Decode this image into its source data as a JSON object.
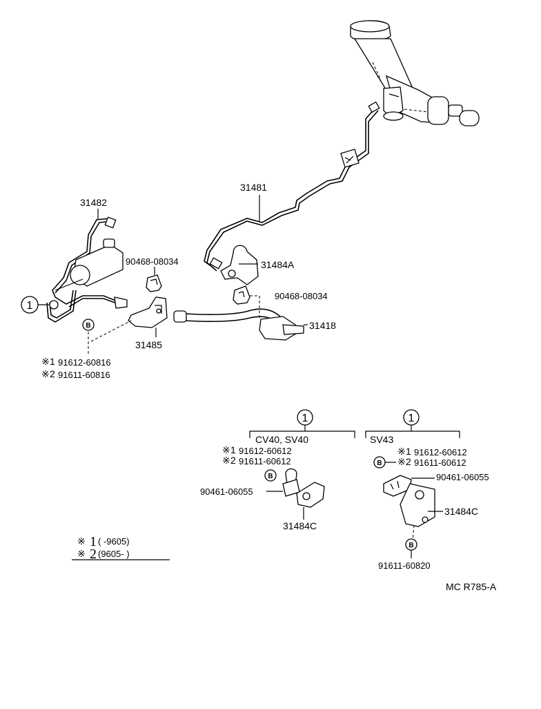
{
  "labels": {
    "p31482": "31482",
    "p31481": "31481",
    "p31484A": "31484A",
    "p90468_a": "90468-08034",
    "p90468_b": "90468-08034",
    "p31485": "31485",
    "p31418": "31418",
    "bolt1": "91612-60816",
    "bolt2": "91611-60816",
    "cv_header": "CV40, SV40",
    "cv_bolt1": "91612-60612",
    "cv_bolt2": "91611-60612",
    "cv_90461": "90461-06055",
    "cv_31484C": "31484C",
    "sv_header": "SV43",
    "sv_bolt1": "91612-60612",
    "sv_bolt2": "91611-60612",
    "sv_90461": "90461-06055",
    "sv_31484C": "31484C",
    "sv_bottom": "91611-60820",
    "legend1_range": "(        -9605)",
    "legend2_range": "(9605-        )",
    "diagram_code": "MC R785-A"
  },
  "marks": {
    "ref_mark": "※",
    "ref1": "1",
    "ref2": "2",
    "circle_one": "1",
    "bolt_b": "B"
  }
}
